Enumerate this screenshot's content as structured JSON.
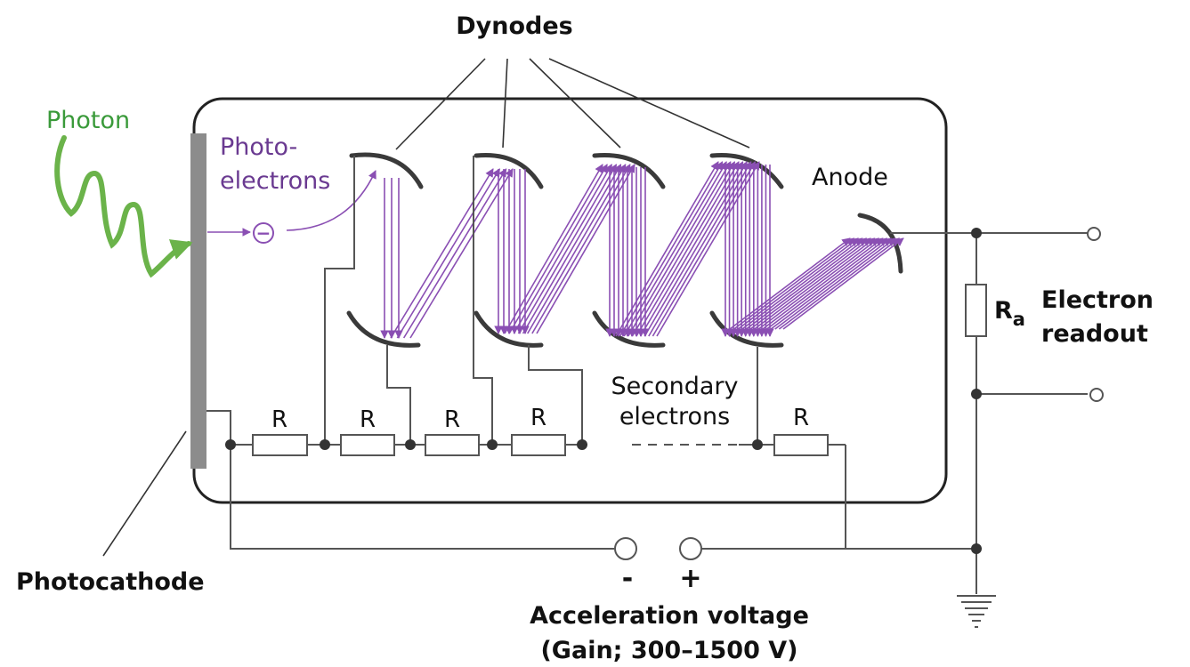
{
  "labels": {
    "dynodes": "Dynodes",
    "photon": "Photon",
    "photoelectrons_line1": "Photo-",
    "photoelectrons_line2": "electrons",
    "anode": "Anode",
    "electron_readout_line1": "Electron",
    "electron_readout_line2": "readout",
    "resistor_a_main": "R",
    "resistor_a_sub": "a",
    "secondary_line1": "Secondary",
    "secondary_line2": "electrons",
    "photocathode": "Photocathode",
    "minus": "-",
    "plus": "+",
    "voltage_line1": "Acceleration voltage",
    "voltage_line2": "(Gain; 300–1500 V)",
    "electron_symbol": "−"
  },
  "resistors": [
    "R",
    "R",
    "R",
    "R",
    "R"
  ],
  "colors": {
    "photon": "#3a9a3a",
    "photon_wave": "#6bb34a",
    "electron_path": "#8a4fb3",
    "photoelectron_text": "#6a3a91",
    "dynode": "#3a3a3a",
    "photocathode": "#8c8c8c",
    "wire": "#555555"
  }
}
